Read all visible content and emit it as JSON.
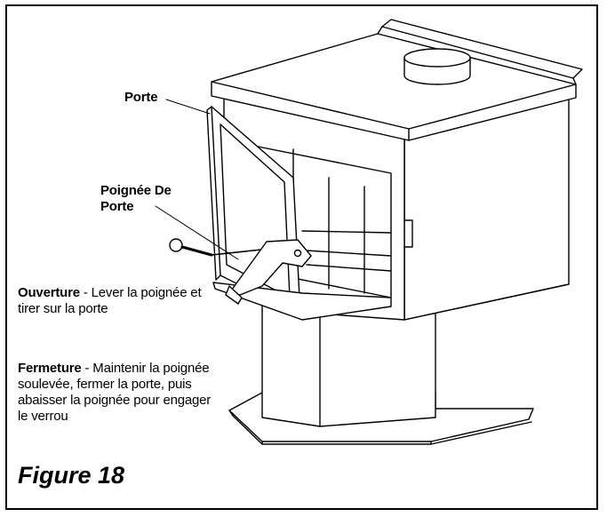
{
  "labels": {
    "door": "Porte",
    "handle_line1": "Poignée De",
    "handle_line2": "Porte"
  },
  "instructions": {
    "opening_title": "Ouverture",
    "opening_text": " - Lever la poignée et tirer sur la porte",
    "closing_title": "Fermeture",
    "closing_text": " - Maintenir la poignée soulevée, fermer la porte, puis abaisser la poignée pour engager le verrou"
  },
  "figure_caption": "Figure 18"
}
